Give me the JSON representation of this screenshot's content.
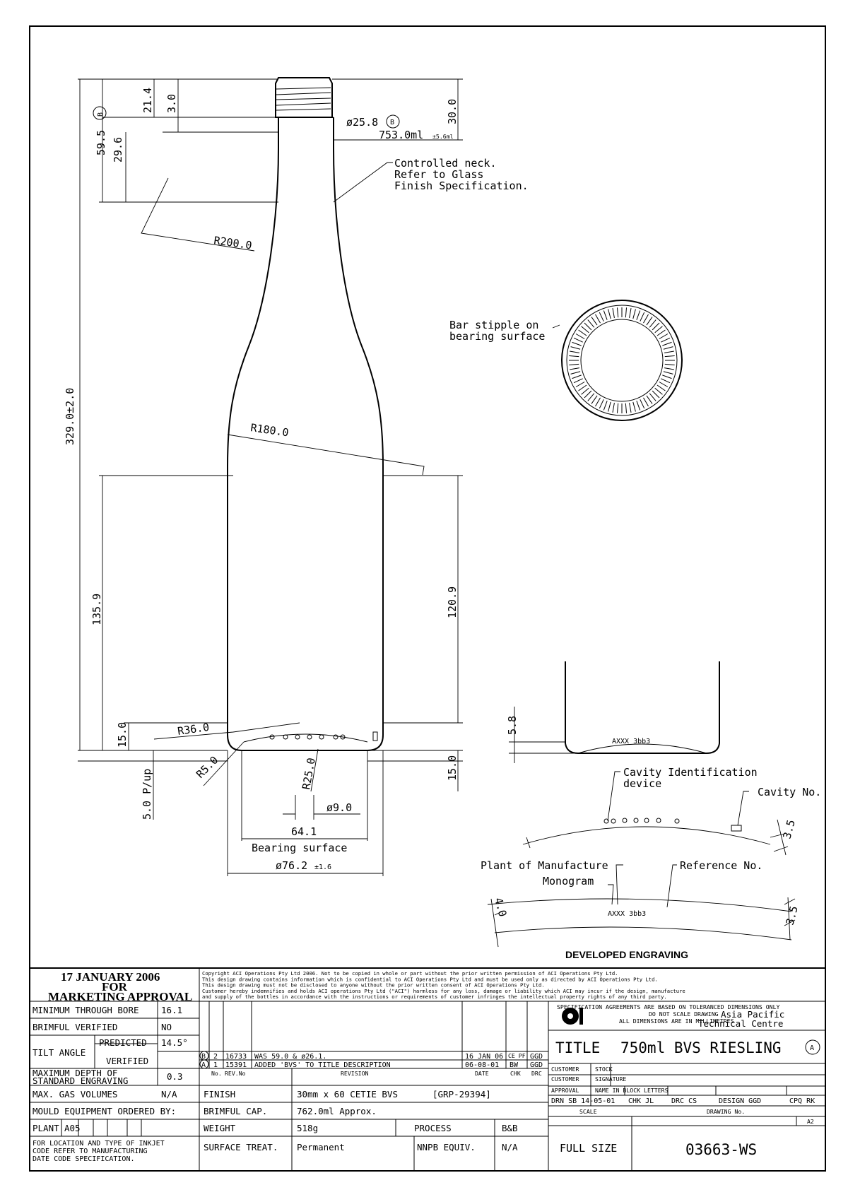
{
  "dimensions": {
    "d_59_5": "59.5",
    "d_21_4": "21.4",
    "d_3_0": "3.0",
    "d_29_6": "29.6",
    "d_329": "329.0±2.0",
    "d_135_9": "135.9",
    "d_15_0_left": "15.0",
    "d_5_0_pup": "5.0 P/up",
    "d_30_0": "30.0",
    "d_120_9": "120.9",
    "d_15_0_right": "15.0",
    "d_5_8": "5.8",
    "d_3_5_a": "3.5",
    "d_3_5_b": "3.5",
    "d_4_0": "4.0",
    "dia_25_8": "ø25.8",
    "rev_b": "B",
    "capacity": "753.0ml",
    "capacity_tol": "±5.6ml",
    "r200": "R200.0",
    "r180": "R180.0",
    "r36": "R36.0",
    "r5": "R5.0",
    "r25": "R25.0",
    "dia_9": "ø9.0",
    "d_64_1": "64.1",
    "dia_76_2": "ø76.2",
    "dia_76_2_tol": "±1.6"
  },
  "notes": {
    "neck_1": "Controlled neck.",
    "neck_2": "Refer to Glass",
    "neck_3": "Finish Specification.",
    "stipple_1": "Bar stipple on",
    "stipple_2": "bearing surface",
    "bearing": "Bearing surface",
    "cavity_id_1": "Cavity Identification",
    "cavity_id_2": "device",
    "cavity_no": "Cavity No.",
    "plant": "Plant of Manufacture",
    "reference": "Reference No.",
    "monogram": "Monogram",
    "developed": "DEVELOPED ENGRAVING",
    "engraving_text": "AXXX 3bb3",
    "logo": "OI"
  },
  "approval": {
    "date": "17 JANUARY 2006",
    "for": "FOR",
    "status": "MARKETING APPROVAL"
  },
  "copyright": [
    "Copyright ACI Operations Pty Ltd 2006. Not to be copied in whole or part without the prior written permission of ACI Operations Pty Ltd.",
    "This design drawing contains information which is confidential to ACI Operations Pty Ltd and must be used only as directed by ACI Operations Pty Ltd.",
    "This design drawing must not be disclosed to anyone without the prior written consent of ACI Operations Pty Ltd.",
    "Customer hereby indemnifies and holds ACI operations Pty Ltd (\"ACI\") harmless for any loss, damage or liability which ACI may incur if the design, manufacture",
    "and supply of the bottles in accordance with the instructions or requirements of customer infringes the intellectual property rights of any third party."
  ],
  "specs": {
    "min_bore_label": "MINIMUM THROUGH BORE",
    "min_bore_value": "16.1",
    "brimful_verified_label": "BRIMFUL VERIFIED",
    "brimful_verified_value": "NO",
    "tilt_label": "TILT ANGLE",
    "predicted_label": "PREDICTED",
    "predicted_value": "14.5°",
    "verified_label": "VERIFIED",
    "verified_value": "",
    "max_depth_label_1": "MAXIMUM DEPTH OF",
    "max_depth_label_2": "STANDARD ENGRAVING",
    "max_depth_value": "0.3",
    "gas_label": "MAX. GAS VOLUMES",
    "gas_value": "N/A",
    "mould_label": "MOULD EQUIPMENT ORDERED BY:",
    "plant_label": "PLANT",
    "plant_value": "A05",
    "inkjet_1": "FOR LOCATION AND TYPE OF INKJET",
    "inkjet_2": "CODE REFER TO MANUFACTURING",
    "inkjet_3": "DATE CODE SPECIFICATION."
  },
  "revisions": {
    "headers": {
      "no": "No.",
      "rev_no": "REV.No",
      "revision": "REVISION",
      "date": "DATE",
      "chk": "CHK",
      "drc": "DRC"
    },
    "rows": [
      {
        "letter": "B",
        "no": "2",
        "rev_no": "16733",
        "text": "WAS 59.0 & ø26.1.",
        "date": "16 JAN 06",
        "chk": "CE PF",
        "drc": "GGD"
      },
      {
        "letter": "A",
        "no": "1",
        "rev_no": "15391",
        "text": "ADDED 'BVS' TO TITLE DESCRIPTION",
        "date": "06-08-01",
        "chk": "BW",
        "drc": "GGD"
      }
    ]
  },
  "finish": {
    "finish_label": "FINISH",
    "finish_value": "30mm x 60 CETIE BVS",
    "finish_ref": "[GRP-29394]",
    "brimful_label": "BRIMFUL CAP.",
    "brimful_value": "762.0ml Approx.",
    "weight_label": "WEIGHT",
    "weight_value": "518g",
    "process_label": "PROCESS",
    "process_value": "B&B",
    "surface_label": "SURFACE TREAT.",
    "surface_value": "Permanent",
    "nnpb_label": "NNPB EQUIV.",
    "nnpb_value": "N/A"
  },
  "title_block": {
    "spec_1": "SPECIFICATION AGREEMENTS ARE BASED ON TOLERANCED DIMENSIONS ONLY",
    "spec_2": "DO NOT SCALE DRAWING",
    "spec_3": "ALL DIMENSIONS ARE IN MILLIMETRES",
    "company_1": "Asia Pacific",
    "company_2": "Technical Centre",
    "title_label": "TITLE",
    "title_value": "750ml BVS RIESLING",
    "title_rev": "A",
    "customer_label": "CUSTOMER",
    "customer_value": "STOCK",
    "customer_approval_1": "CUSTOMER",
    "customer_approval_2": "APPROVAL",
    "signature": "SIGNATURE",
    "name_block": "NAME IN BLOCK LETTERS",
    "drn": "DRN  SB 14-05-01",
    "chk": "CHK  JL",
    "drc": "DRC    CS",
    "design": "DESIGN  GGD",
    "cpq": "CPQ  RK",
    "scale_label": "SCALE",
    "drawing_no_label": "DRAWING No.",
    "sheet": "A2",
    "scale_value": "FULL SIZE",
    "drawing_no": "03663-WS"
  }
}
